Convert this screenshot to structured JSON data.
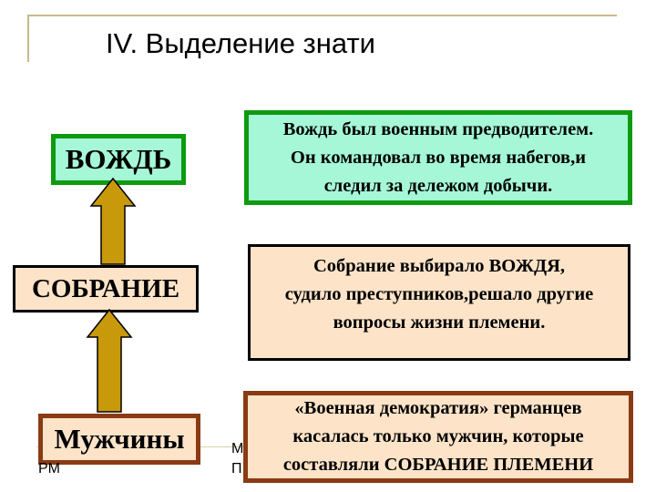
{
  "slide": {
    "title": "IV. Выделение знати"
  },
  "hierarchy": {
    "top": "ВОЖДЬ",
    "middle": "СОБРАНИЕ",
    "bottom": "Мужчины"
  },
  "descriptions": {
    "vozhd": [
      "Вождь был военным предводителем.",
      "Он командовал во время набегов,и",
      "следил за дележом добычи."
    ],
    "sobranie": [
      " Собрание выбирало ВОЖДЯ,",
      "судило преступников,решало другие",
      "вопросы жизни племени."
    ],
    "muzhchiny": [
      "«Военная демократия» германцев",
      "касалась только мужчин, которые",
      "составляли СОБРАНИЕ ПЛЕМЕНИ"
    ]
  },
  "footer": {
    "left": "PM",
    "mid_top": "M",
    "mid_bottom": "П"
  },
  "colors": {
    "mint_fill": "#a5f7d8",
    "green_border": "#109a10",
    "peach_fill": "#fde3c8",
    "brown_border": "#8a3b14",
    "arrow_fill": "#c8990a"
  }
}
